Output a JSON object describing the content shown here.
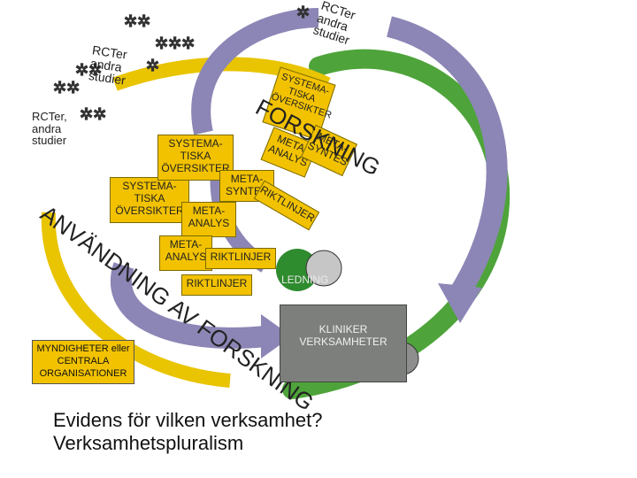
{
  "colors": {
    "green_arc": "#4ea43a",
    "yellow_arc": "#e9c400",
    "purple_arrow": "#8c86b6",
    "box_fill": "#f2c200",
    "clinic_fill": "#7d7f7d",
    "green_circle": "#2e8b2e"
  },
  "rct_top_right": "RCTer\nandra\nstudier",
  "rct_mid": "RCTer\nandra\nstudier",
  "rct_left": "RCTer,\nandra\nstudier",
  "systematic_reviews": [
    "SYSTEMA-\nTISKA\nÖVERSIKTER",
    "SYSTEMA-\nTISKA\nÖVERSIKTER",
    "SYSTEMA-\nTISKA\nÖVERSIKTER"
  ],
  "meta_analyses": [
    "META-\nANALYS",
    "META-\nANALYS",
    "META-\nANALYS"
  ],
  "meta_syntheses": [
    "META-\nSYNTES",
    "META-\nSYNTES"
  ],
  "guidelines": [
    "RIKTLINJER",
    "RIKTLINJER",
    "RIKTLINJER"
  ],
  "arc_forskning": "FORSKNING",
  "arc_anvandning": "ANVÄNDNING AV FORSKNING",
  "ledning": "LEDNING",
  "clinics": "KLINIKER\nVERKSAMHETER",
  "authority": "MYNDIGHETER eller\nCENTRALA\nORGANISATIONER",
  "question_line1": "Evidens för vilken verksamhet?",
  "question_line2": "Verksamhetspluralism"
}
